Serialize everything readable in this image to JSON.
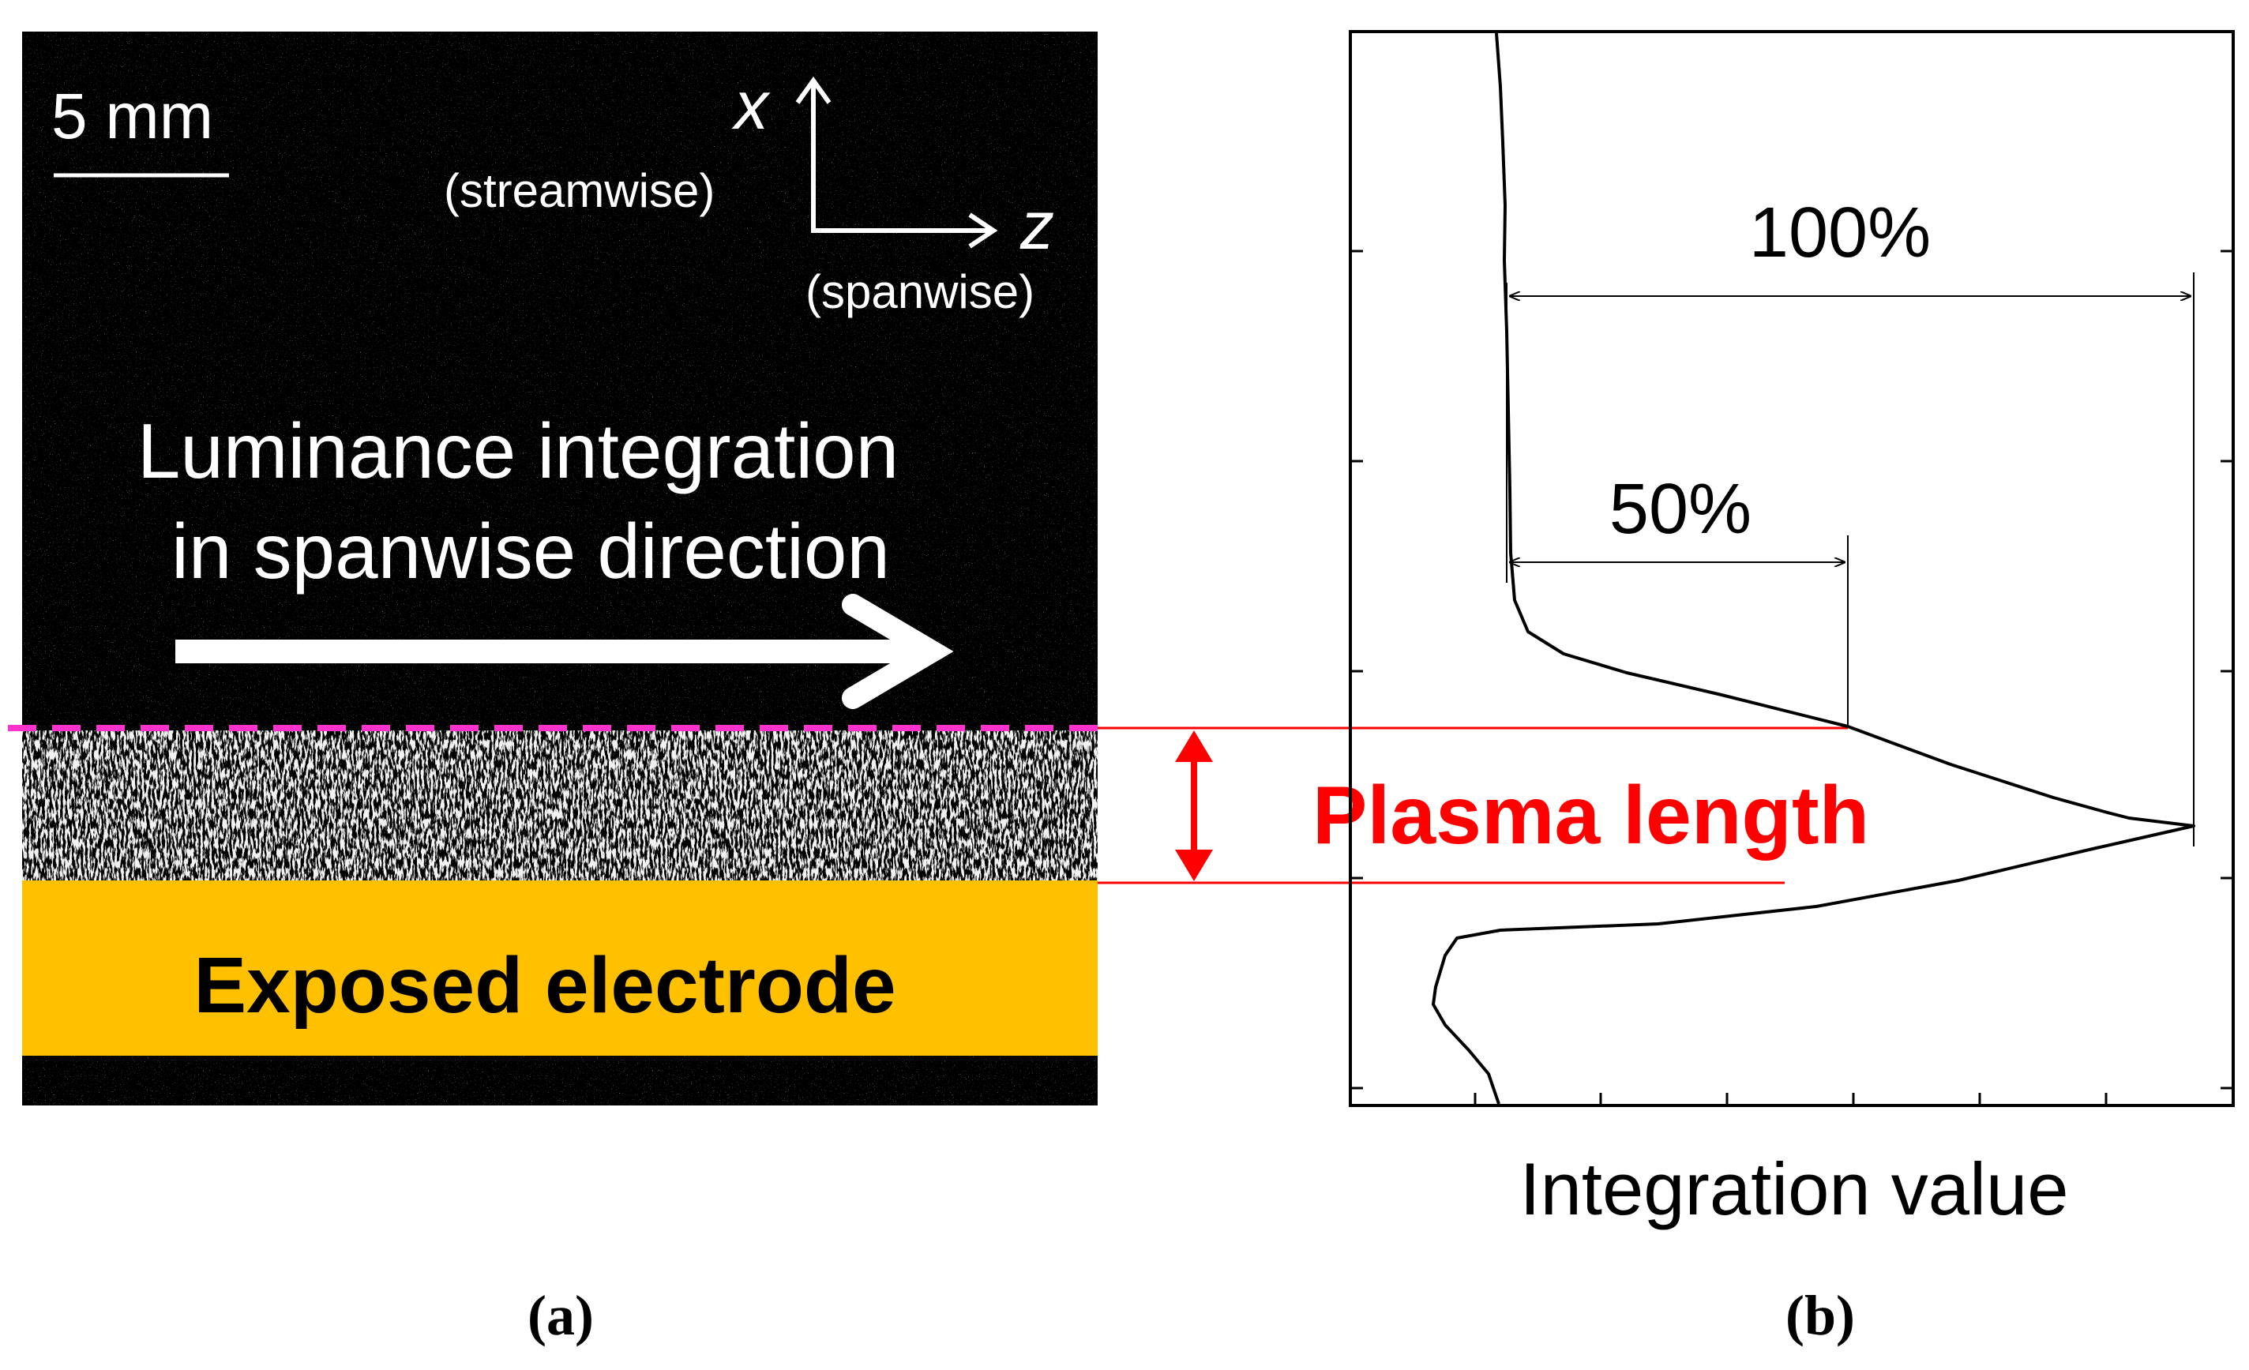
{
  "panel_a": {
    "scale_bar_label": "5 mm",
    "axis_x_label": "x",
    "axis_x_sub": "(streamwise)",
    "axis_z_label": "z",
    "axis_z_sub": "(spanwise)",
    "integration_line1": "Luminance integration",
    "integration_line2": "in spanwise direction",
    "electrode_label": "Exposed electrode",
    "caption": "(a)"
  },
  "annotation": {
    "plasma_length_label": "Plasma length"
  },
  "panel_b": {
    "label_100": "100%",
    "label_50": "50%",
    "xlabel": "Integration value",
    "caption": "(b)"
  },
  "colors": {
    "image_background": "#000000",
    "electrode": "#ffc000",
    "annotation_red": "#ff0000",
    "boundary_dashed": "#ff33cc",
    "text_light": "#ffffff",
    "text_dark": "#000000"
  }
}
